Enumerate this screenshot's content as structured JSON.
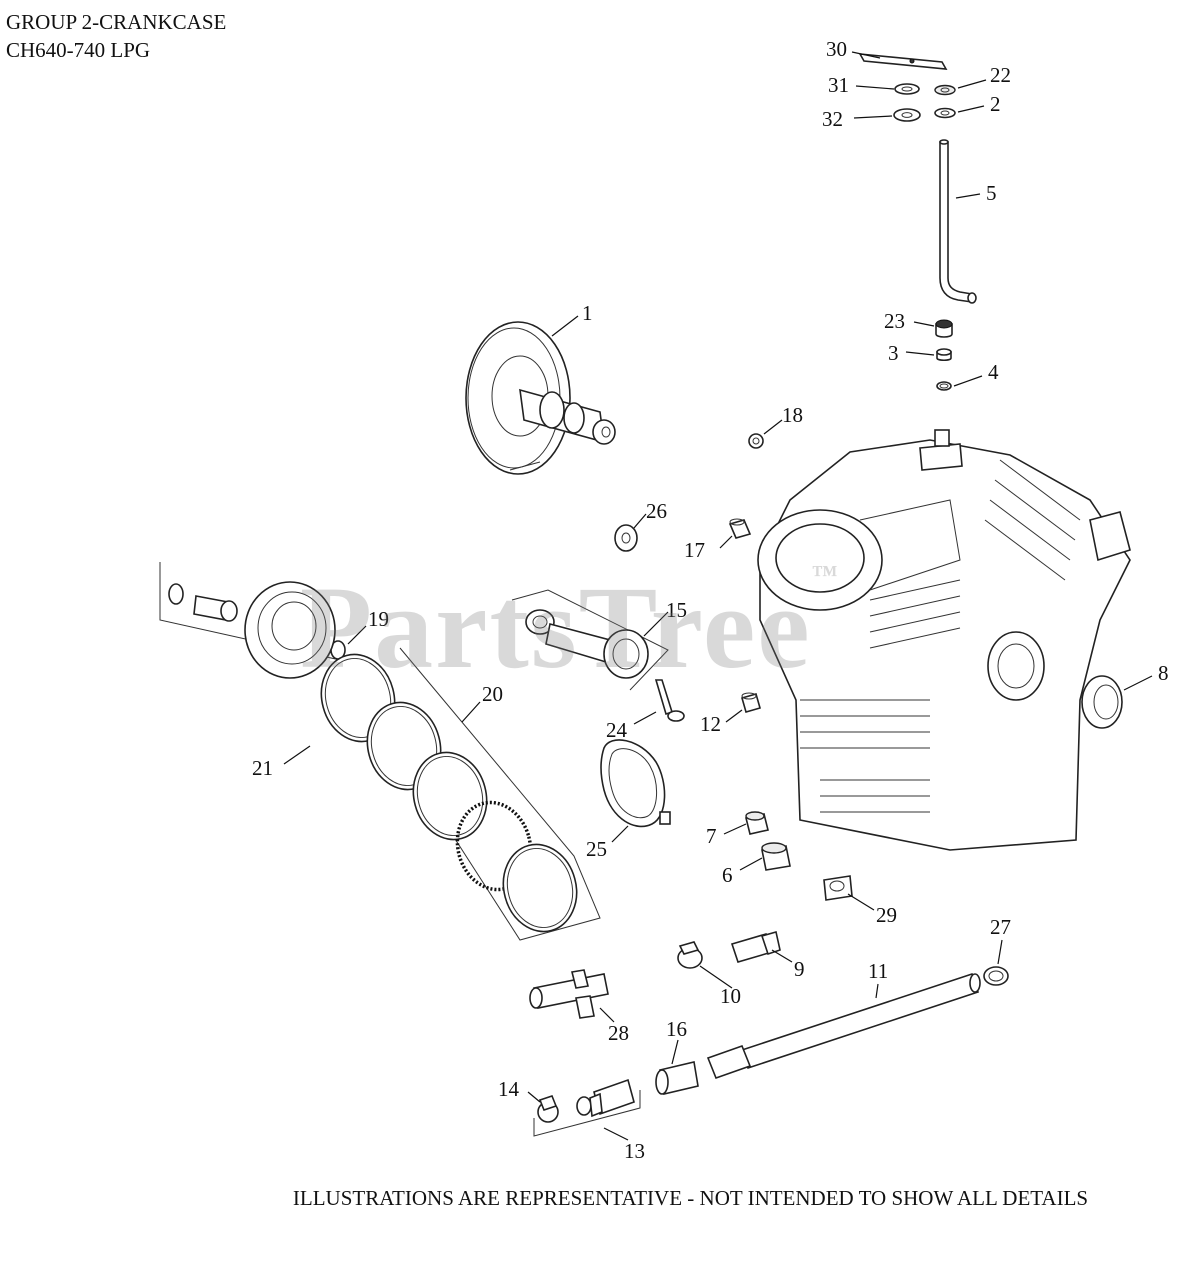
{
  "header": {
    "group_title": "GROUP 2-CRANKCASE",
    "model": "CH640-740 LPG"
  },
  "watermark": {
    "text": "PartsTree",
    "tm": "™"
  },
  "footer": {
    "note": "ILLUSTRATIONS ARE REPRESENTATIVE - NOT INTENDED TO SHOW ALL DETAILS"
  },
  "callouts": {
    "c1": "1",
    "c2": "2",
    "c3": "3",
    "c4": "4",
    "c5": "5",
    "c6": "6",
    "c7": "7",
    "c8": "8",
    "c9": "9",
    "c10": "10",
    "c11": "11",
    "c12": "12",
    "c13": "13",
    "c14": "14",
    "c15": "15",
    "c16": "16",
    "c17": "17",
    "c18": "18",
    "c19": "19",
    "c20": "20",
    "c21": "21",
    "c22": "22",
    "c23": "23",
    "c24": "24",
    "c25": "25",
    "c26": "26",
    "c27": "27",
    "c28": "28",
    "c29": "29",
    "c30": "30",
    "c31": "31",
    "c32": "32"
  }
}
